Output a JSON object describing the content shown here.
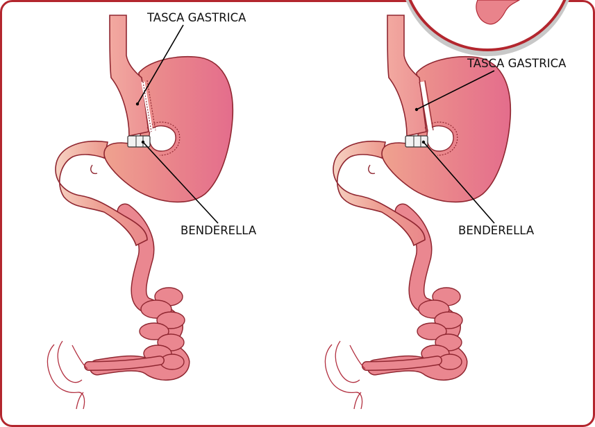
{
  "labels": {
    "left_pouch": "TASCA GASTRICA",
    "left_band": "BENDERELLA",
    "right_pouch": "TASCA GASTRICA",
    "right_band": "BENDERELLA"
  },
  "colors": {
    "frame": "#b3262e",
    "organ_light": "#f5c8b8",
    "organ_mid": "#ea8a86",
    "organ_dark": "#e46d86",
    "outline": "#8f2630",
    "inset_shadow": "#c6c6c6"
  }
}
